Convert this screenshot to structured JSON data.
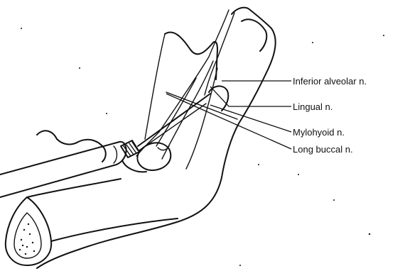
{
  "labels": {
    "inferior_alveolar": "Inferior alveolar n.",
    "lingual": "Lingual n.",
    "mylohyoid": "Mylohyoid n.",
    "long_buccal": "Long buccal n."
  },
  "colors": {
    "ink": "#111111",
    "background": "#ffffff"
  }
}
